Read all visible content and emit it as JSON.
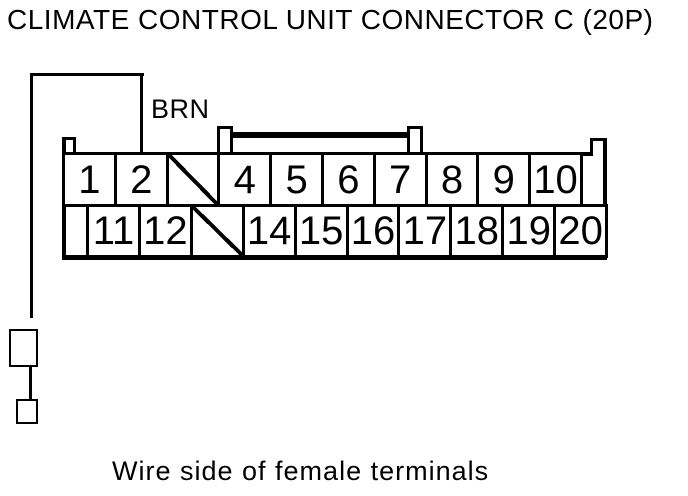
{
  "title": "CLIMATE CONTROL UNIT CONNECTOR C (20P)",
  "caption": "Wire side of female terminals",
  "wire": {
    "label": "BRN",
    "connects_to_pin": "2"
  },
  "connector": {
    "pin_count_label": "20P",
    "no_connection_pins": [
      3,
      13
    ],
    "rows": [
      {
        "cells": [
          "1",
          "2",
          "",
          "4",
          "5",
          "6",
          "7",
          "8",
          "9",
          "10"
        ]
      },
      {
        "cells": [
          "11",
          "12",
          "",
          "14",
          "15",
          "16",
          "17",
          "18",
          "19",
          "20"
        ]
      }
    ]
  },
  "colors": {
    "line": "#000000",
    "background": "#ffffff"
  }
}
